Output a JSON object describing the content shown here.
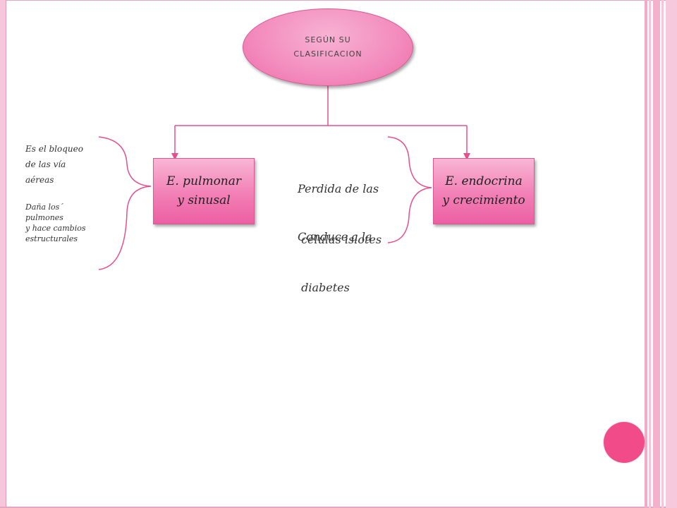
{
  "diagram": {
    "root": {
      "lines": [
        "SEGÚN SU",
        "CLASIFICACION"
      ]
    },
    "left_box": {
      "lines": [
        "E. pulmonar",
        "y sinusal"
      ]
    },
    "right_box": {
      "lines": [
        "E. endocrina",
        "y crecimiento"
      ]
    },
    "left_notes": {
      "group1": [
        "Es el bloqueo",
        "de las vía",
        "aéreas"
      ],
      "group2": [
        "Daña los´",
        "pulmones",
        "y hace cambios",
        "estructurales"
      ]
    },
    "right_notes": {
      "group1": [
        "Perdida de las",
        " células islotes"
      ],
      "group2": [
        "Conduce a la",
        " diabetes"
      ]
    }
  },
  "colors": {
    "accent": "#e4508f",
    "box_fill": "#f27fb6",
    "decor_circle": "#f24b8a",
    "frame": "#f6c7da"
  }
}
